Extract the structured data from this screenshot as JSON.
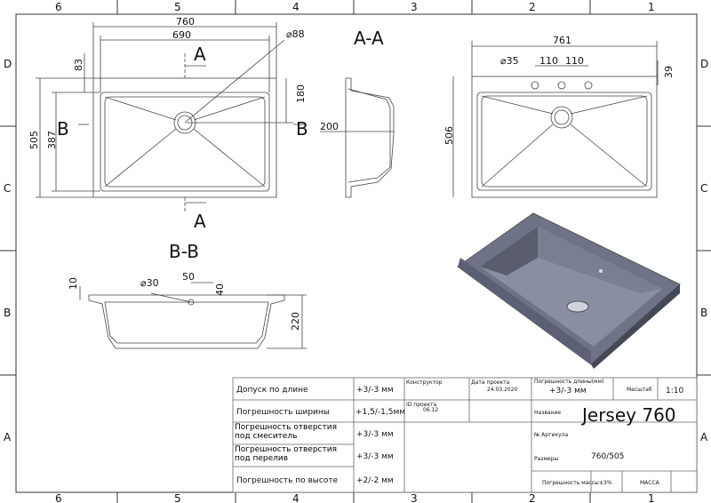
{
  "zones": {
    "columns": [
      "6",
      "5",
      "4",
      "3",
      "2",
      "1"
    ],
    "rows": [
      "D",
      "C",
      "B",
      "A"
    ]
  },
  "top_view": {
    "dim_overall_length": "760",
    "dim_inner_length": "690",
    "dim_top_offset": "83",
    "dim_drain_dia": "⌀88",
    "dim_drain_offset": "180",
    "dim_overall_width": "505",
    "dim_inner_width": "387",
    "section_a": "A",
    "section_b": "B"
  },
  "section_aa": {
    "title": "A-A",
    "dim_depth": "200"
  },
  "right_view": {
    "dim_length": "761",
    "dim_tap_dia": "⌀35",
    "dim_spacing_1": "110",
    "dim_spacing_2": "110",
    "dim_tap_offset": "39",
    "dim_width": "506"
  },
  "section_bb": {
    "title": "B-B",
    "dim_overflow_dia": "⌀30",
    "dim_overflow_offset": "50",
    "dim_overflow_height": "40",
    "dim_rim": "10",
    "dim_height": "220"
  },
  "title_block": {
    "tolerances": [
      {
        "label": "Допуск по длине",
        "value": "+3/-3 мм"
      },
      {
        "label": "Погрешность ширины",
        "value": "+1,5/-1,5мм"
      },
      {
        "label": "Погрешность отверстия под смеситель",
        "value": "+3/-3 мм"
      },
      {
        "label": "Погрешность отверстия под перелив",
        "value": "+3/-3 мм"
      },
      {
        "label": "Погрешность по высоте",
        "value": "+2/-2 мм"
      }
    ],
    "designer_label": "Конструктор",
    "date_label": "Дата проекта",
    "date_value": "24.03.2020",
    "project_id_label": "ID проекта",
    "project_id_value": "06.12",
    "length_error_label": "Погрешность длины(мм)",
    "length_error_value": "+3/-3 мм",
    "scale_label": "Масштаб",
    "scale_value": "1:10",
    "name_label": "Название",
    "name_value": "Jersey 760",
    "article_label": "№ Артикула",
    "size_label": "Размеры",
    "size_value": "760/505",
    "mass_error_label": "Погрешность массы",
    "mass_error_value": "±3%",
    "mass_label": "МАССА"
  }
}
